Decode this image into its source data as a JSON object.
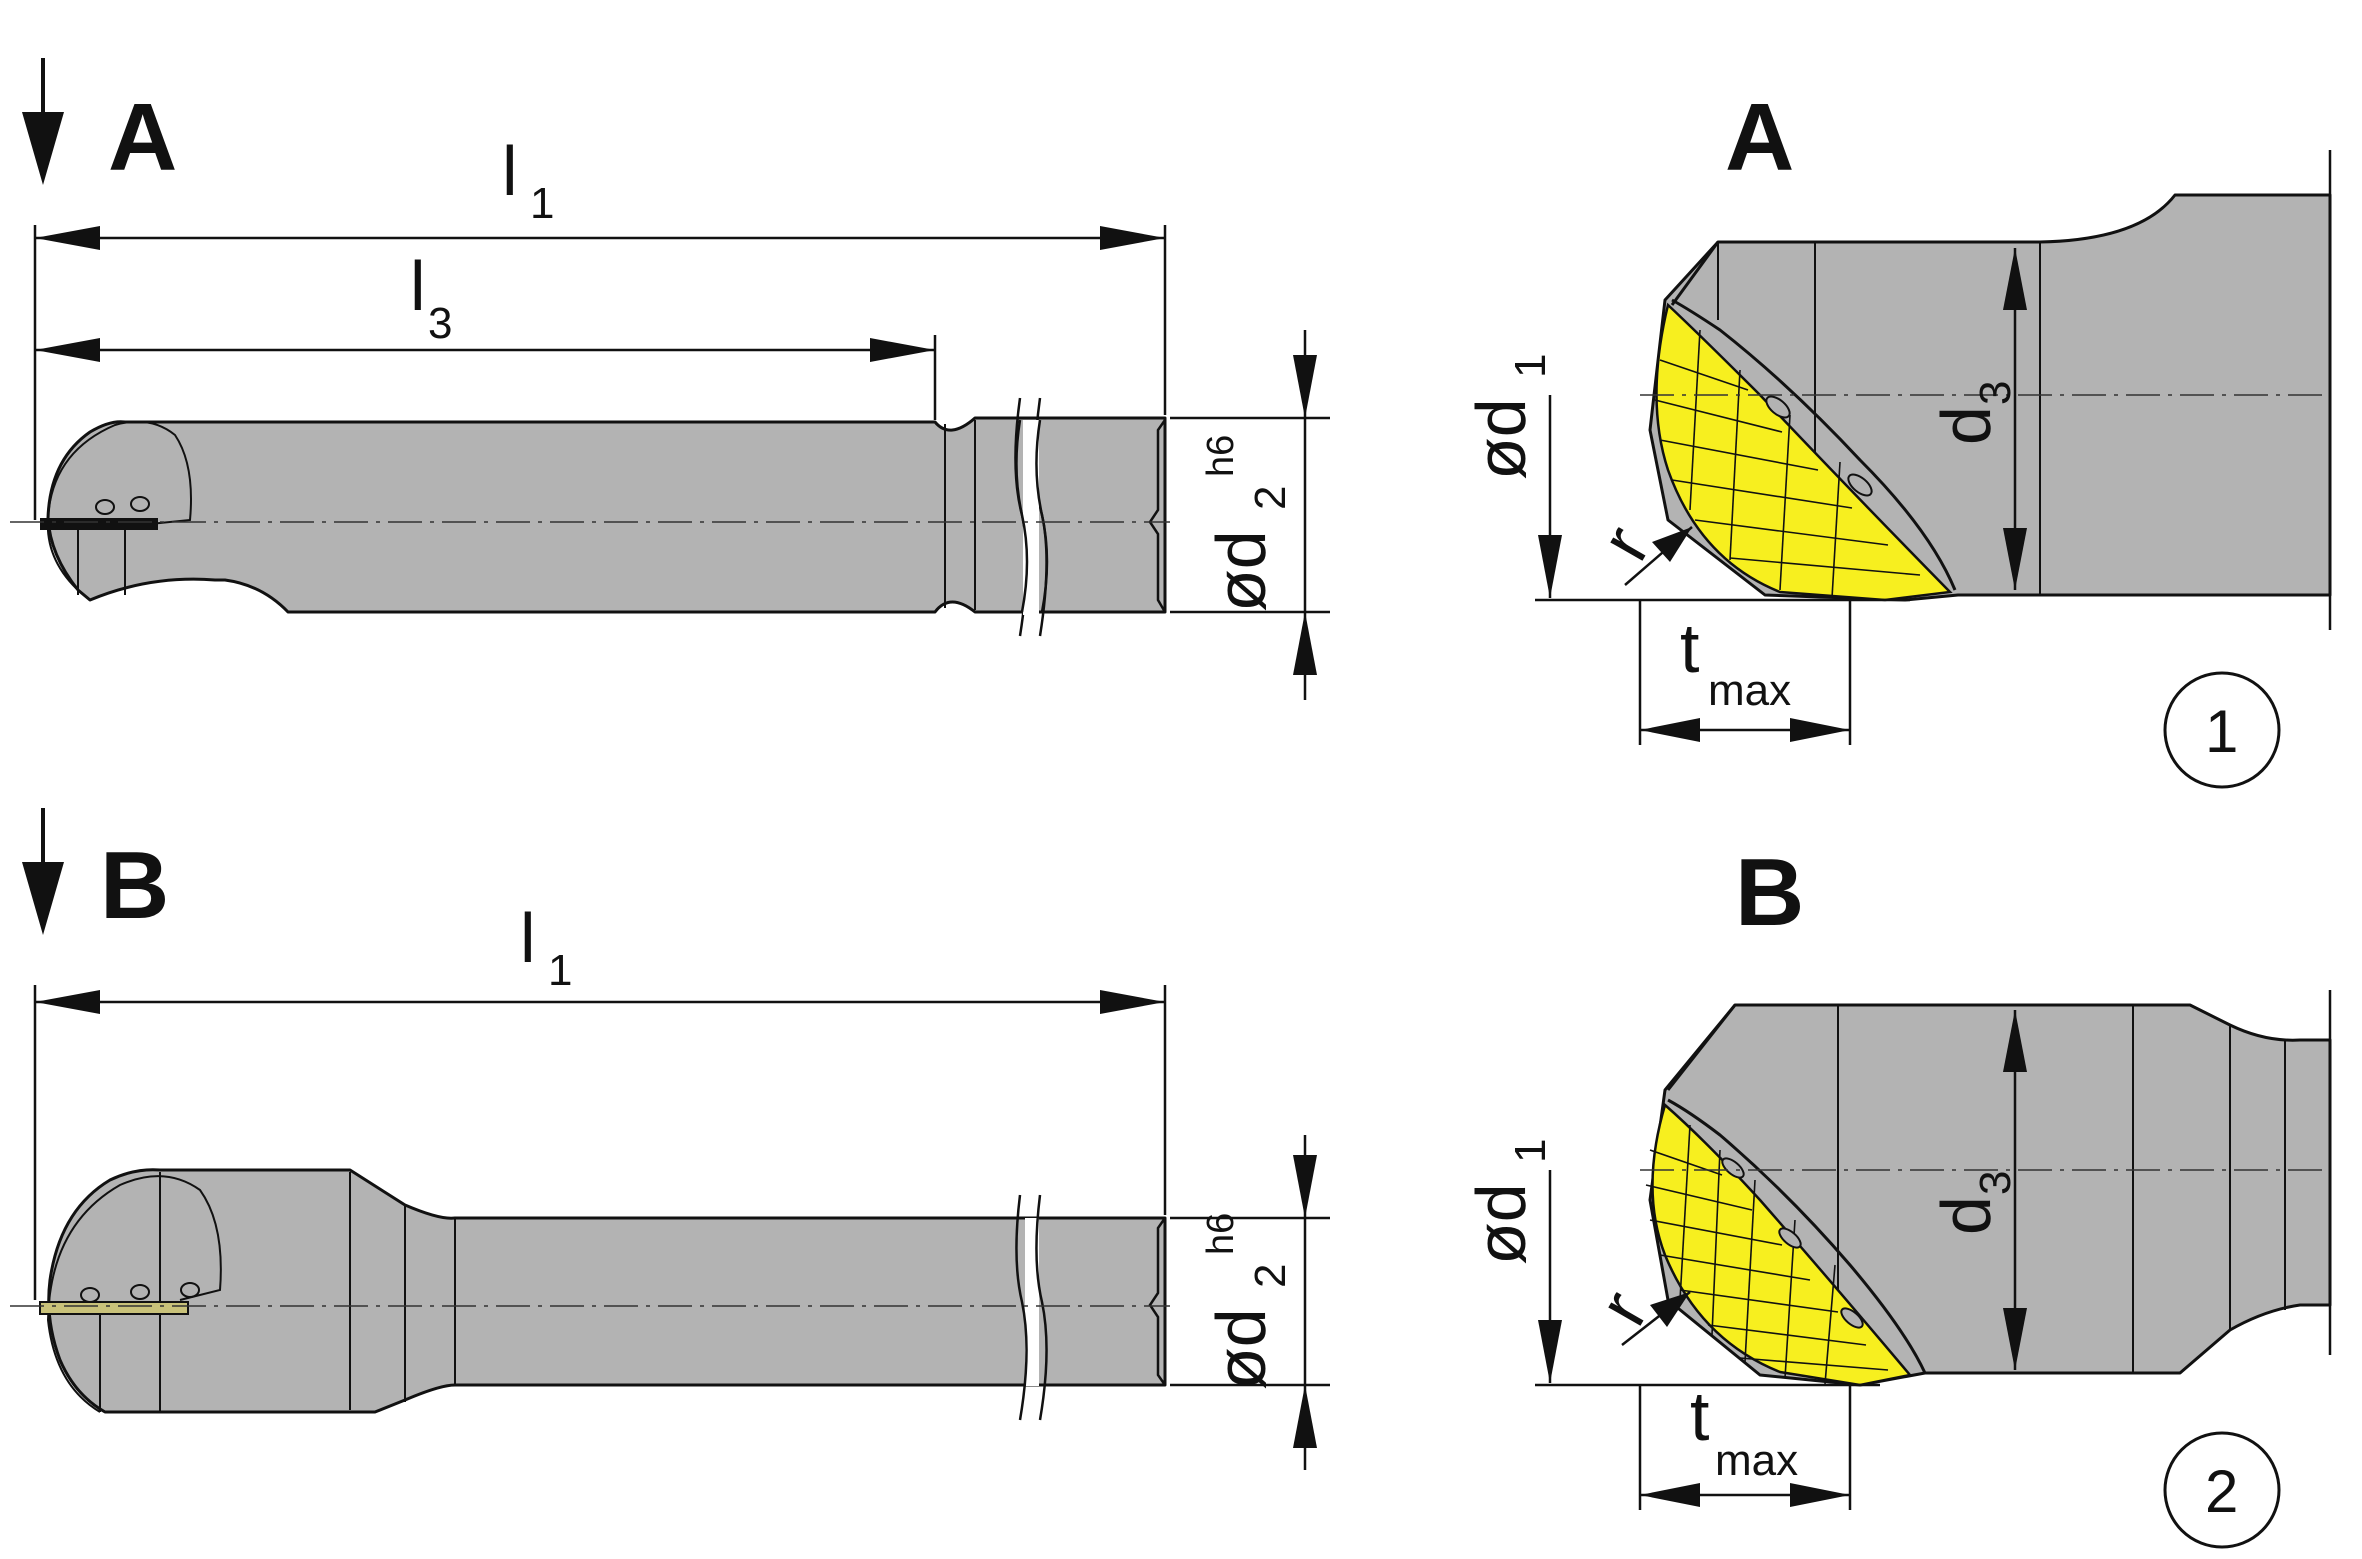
{
  "views": {
    "top_left_label": "A",
    "bottom_left_label": "B",
    "top_right_label": "A",
    "bottom_right_label": "B"
  },
  "dimensions": {
    "l1_main": "l",
    "l1_sub": "1",
    "l3_main": "l",
    "l3_sub": "3",
    "d2_main": "ød",
    "d2_sub": "2",
    "d2_tol": "h6",
    "d1_main": "ød",
    "d1_sub": "1",
    "d3_main": "d",
    "d3_sub": "3",
    "r": "r",
    "tmax_main": "t",
    "tmax_sub": "max"
  },
  "markers": {
    "variant_1": "1",
    "variant_2": "2"
  },
  "colors": {
    "tool_body": "#b3b3b3",
    "insert": "#f7ef1f",
    "outline": "#111111"
  }
}
